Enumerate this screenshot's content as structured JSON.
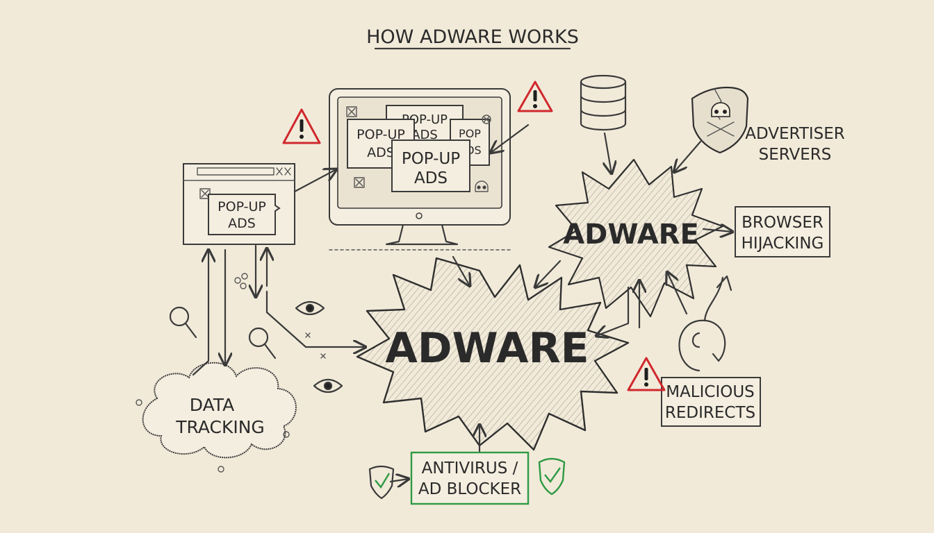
{
  "title": "HOW ADWARE WORKS",
  "nodes": {
    "adware_center": "ADWARE",
    "adware_right": "ADWARE",
    "popup_small_line1": "POP-UP",
    "popup_small_line2": "ADS",
    "monitor_popups": {
      "back_line1": "POP-UP",
      "back_line2": "ADS",
      "left_line1": "POP-UP",
      "left_line2": "ADS",
      "right_line1": "POP",
      "right_line2": "ADS",
      "front_line1": "POP-UP",
      "front_line2": "ADS"
    },
    "advertiser_servers_line1": "ADVERTISER",
    "advertiser_servers_line2": "SERVERS",
    "browser_hijacking_line1": "BROWSER",
    "browser_hijacking_line2": "HIJACKING",
    "data_tracking_line1": "DATA",
    "data_tracking_line2": "TRACKING",
    "malicious_redirects_line1": "MALICIOUS",
    "malicious_redirects_line2": "REDIRECTS",
    "antivirus_line1": "ANTIVIRUS /",
    "antivirus_line2": "AD BLOCKER"
  },
  "icons": [
    "warning-icon",
    "database-icon",
    "skull-shield-icon",
    "skull-icon",
    "magnifier-icon",
    "eye-icon",
    "hook-icon",
    "check-shield-icon",
    "close-icon"
  ],
  "colors": {
    "paper": "#f1ead9",
    "ink": "#2b2b2b",
    "warning": "#d0282d",
    "protect": "#2f9a44"
  }
}
